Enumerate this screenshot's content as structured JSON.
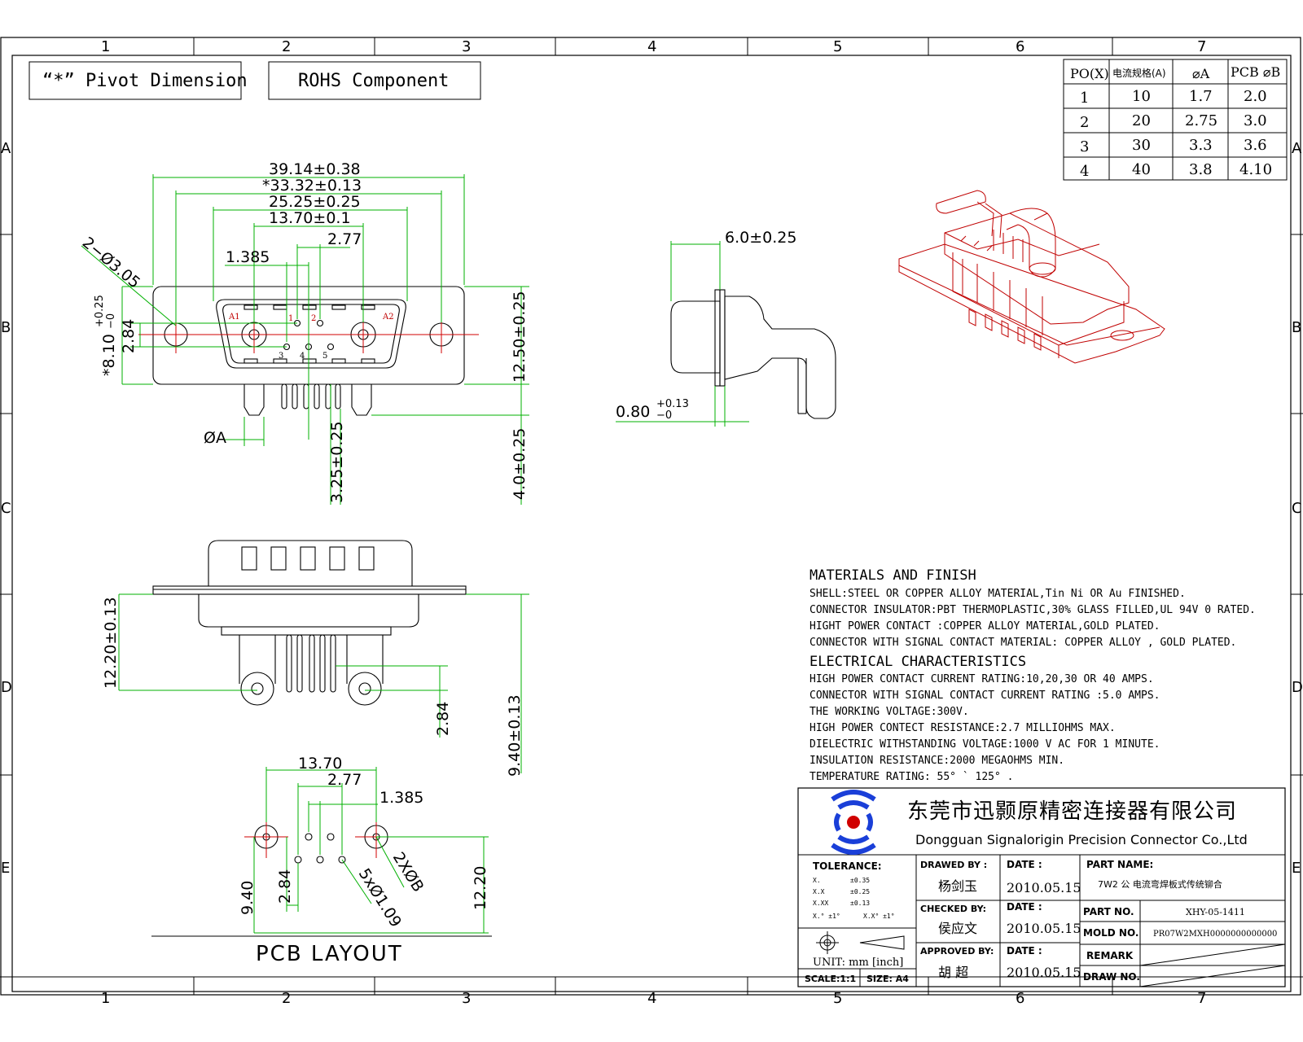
{
  "grid": {
    "columns": [
      "1",
      "2",
      "3",
      "4",
      "5",
      "6",
      "7"
    ],
    "rows": [
      "A",
      "B",
      "C",
      "D",
      "E"
    ]
  },
  "tags": {
    "pivot": "“*” Pivot Dimension",
    "rohs": "ROHS Component"
  },
  "option_table": {
    "headers": [
      "PO(X)",
      "电流规格(A)",
      "⌀A",
      "PCB ⌀B"
    ],
    "rows": [
      [
        "1",
        "10",
        "1.7",
        "2.0"
      ],
      [
        "2",
        "20",
        "2.75",
        "3.0"
      ],
      [
        "3",
        "30",
        "3.3",
        "3.6"
      ],
      [
        "4",
        "40",
        "3.8",
        "4.10"
      ]
    ]
  },
  "front_view": {
    "dims": {
      "overall": "39.14±0.38",
      "pivot": "*33.32±0.13",
      "shell": "25.25±0.25",
      "contacts": "13.70±0.1",
      "pitch": "2.77",
      "half_pitch": "1.385",
      "mount_holes": "2−Ø3.05",
      "height": "12.50±0.25",
      "row_pitch": "2.84",
      "flange": "*8.10",
      "flange_tol_upper": "+0.25",
      "flange_tol_lower": "−0",
      "diam_a": "ØA",
      "pin_length": "3.25±0.25",
      "power_pin_length": "4.0±0.25"
    },
    "pin_labels": {
      "a1": "A1",
      "a2": "A2",
      "p1": "1",
      "p2": "2",
      "p3": "3",
      "p4": "4",
      "p5": "5"
    }
  },
  "side_view": {
    "dims": {
      "depth": "6.0±0.25",
      "flange": "0.80",
      "flange_tol_upper": "+0.13",
      "flange_tol_lower": "−0"
    }
  },
  "bottom_view": {
    "dims": {
      "height": "12.20±0.13",
      "row_pitch": "2.84",
      "offset": "9.40±0.13"
    }
  },
  "pcb_layout": {
    "title": "PCB LAYOUT",
    "dims": {
      "contacts": "13.70",
      "pitch": "2.77",
      "half_pitch": "1.385",
      "signal_holes": "5xØ1.09",
      "power_holes": "2XØB",
      "left_v": "9.40",
      "row_pitch": "2.84",
      "right_v": "12.20"
    }
  },
  "materials": {
    "title": "MATERIALS AND  FINISH",
    "lines": [
      "SHELL:STEEL OR COPPER ALLOY MATERIAL,Tin Ni OR Au FINISHED.",
      "CONNECTOR INSULATOR:PBT THERMOPLASTIC,30% GLASS FILLED,UL 94V 0 RATED.",
      "HIGHT POWER CONTACT :COPPER ALLOY MATERIAL,GOLD PLATED.",
      "CONNECTOR WITH SIGNAL CONTACT MATERIAL: COPPER ALLOY , GOLD PLATED."
    ]
  },
  "electrical": {
    "title": "ELECTRICAL CHARACTERISTICS",
    "lines": [
      "HIGH POWER CONTACT CURRENT RATING:10,20,30 OR 40 AMPS.",
      "CONNECTOR WITH SIGNAL CONTACT CURRENT RATING :5.0 AMPS.",
      "THE WORKING VOLTAGE:300V.",
      "HIGH POWER CONTECT RESISTANCE:2.7 MILLIOHMS MAX.",
      "DIELECTRIC WITHSTANDING VOLTAGE:1000 V AC FOR 1 MINUTE.",
      "INSULATION RESISTANCE:2000 MEGAOHMS MIN.",
      "TEMPERATURE RATING: 55° ` 125° ."
    ]
  },
  "title_block": {
    "company_cn": "东莞市迅颢原精密连接器有限公司",
    "company_en": "Dongguan Signalorigin Precision Connector Co.,Ltd",
    "tolerance_label": "TOLERANCE:",
    "tolerance_rows": [
      [
        "X.",
        "±0.35"
      ],
      [
        "X.X",
        "±0.25"
      ],
      [
        "X.XX",
        "±0.13"
      ],
      [
        "X.°  ±1°",
        "X.X°  ±1°"
      ]
    ],
    "unit": "UNIT: mm [inch]",
    "scale": "SCALE:1:1",
    "size": "SIZE: A4",
    "drawn_by_label": "DRAWED BY :",
    "drawn_by": "杨剑玉",
    "checked_by_label": "CHECKED BY:",
    "checked_by": "侯应文",
    "approved_by_label": "APPROVED BY:",
    "approved_by": "胡  超",
    "date_label": "DATE :",
    "date1": "2010.05.15",
    "date2": "2010.05.15",
    "date3": "2010.05.15",
    "part_name_label": "PART NAME:",
    "part_name": "7W2 公 电流弯焊板式传统铆合",
    "part_no_label": "PART NO.",
    "part_no": "XHY-05-1411",
    "mold_no_label": "MOLD NO.",
    "mold_no": "PR07W2MXH0000000000000",
    "remark_label": "REMARK",
    "draw_no_label": "DRAW NO."
  }
}
